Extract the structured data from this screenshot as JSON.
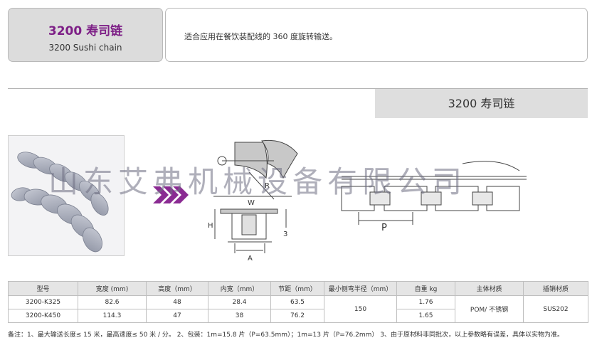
{
  "header": {
    "title_cn": "3200 寿司链",
    "title_en": "3200 Sushi chain",
    "description": "适合应用在餐饮装配线的 360 度旋转输送。"
  },
  "section": {
    "title": "3200 寿司链"
  },
  "watermark": "山东艾弗机械设备有限公司",
  "drawing_labels": {
    "width": "W",
    "height": "H",
    "inner": "A",
    "pitch": "P",
    "radius": "R",
    "gap": "3"
  },
  "table": {
    "headers": [
      "型号",
      "宽度 (mm)",
      "高度（mm）",
      "内宽（mm）",
      "节距（mm）",
      "最小侧弯半径（mm）",
      "自重 kg",
      "主体材质",
      "插销材质"
    ],
    "rows": [
      [
        "3200-K325",
        "82.6",
        "48",
        "28.4",
        "63.5",
        "150",
        "1.76",
        "POM/ 不锈钢",
        "SUS202"
      ],
      [
        "3200-K450",
        "114.3",
        "47",
        "38",
        "76.2",
        "",
        "1.65",
        "",
        ""
      ]
    ]
  },
  "note": "备注：1、最大输送长度≤ 15 米，最高速度≤ 50 米 / 分。   2、包装：1m=15.8 片（P=63.5mm）；1m=13 片（P=76.2mm）   3、由于原材料非同批次，以上参数略有误差，具体以实物为准。",
  "colors": {
    "title_accent": "#7d1f86",
    "arrow": "#8a2a92",
    "header_bg": "#dcdcdc",
    "band_bg": "#dedede"
  }
}
